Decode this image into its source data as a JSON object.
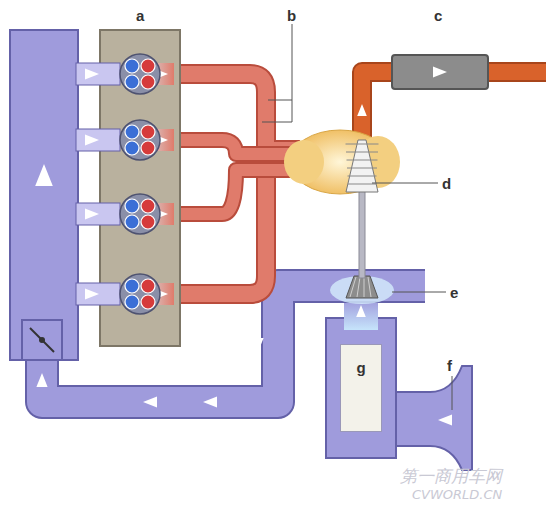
{
  "diagram": {
    "nodes": [
      {
        "text": [
          "g"
        ]
      }
    ],
    "labels": [
      "a",
      "b",
      "c",
      "d",
      "e",
      "f",
      "第一商用车网",
      "CVWORLD.CN"
    ]
  }
}
